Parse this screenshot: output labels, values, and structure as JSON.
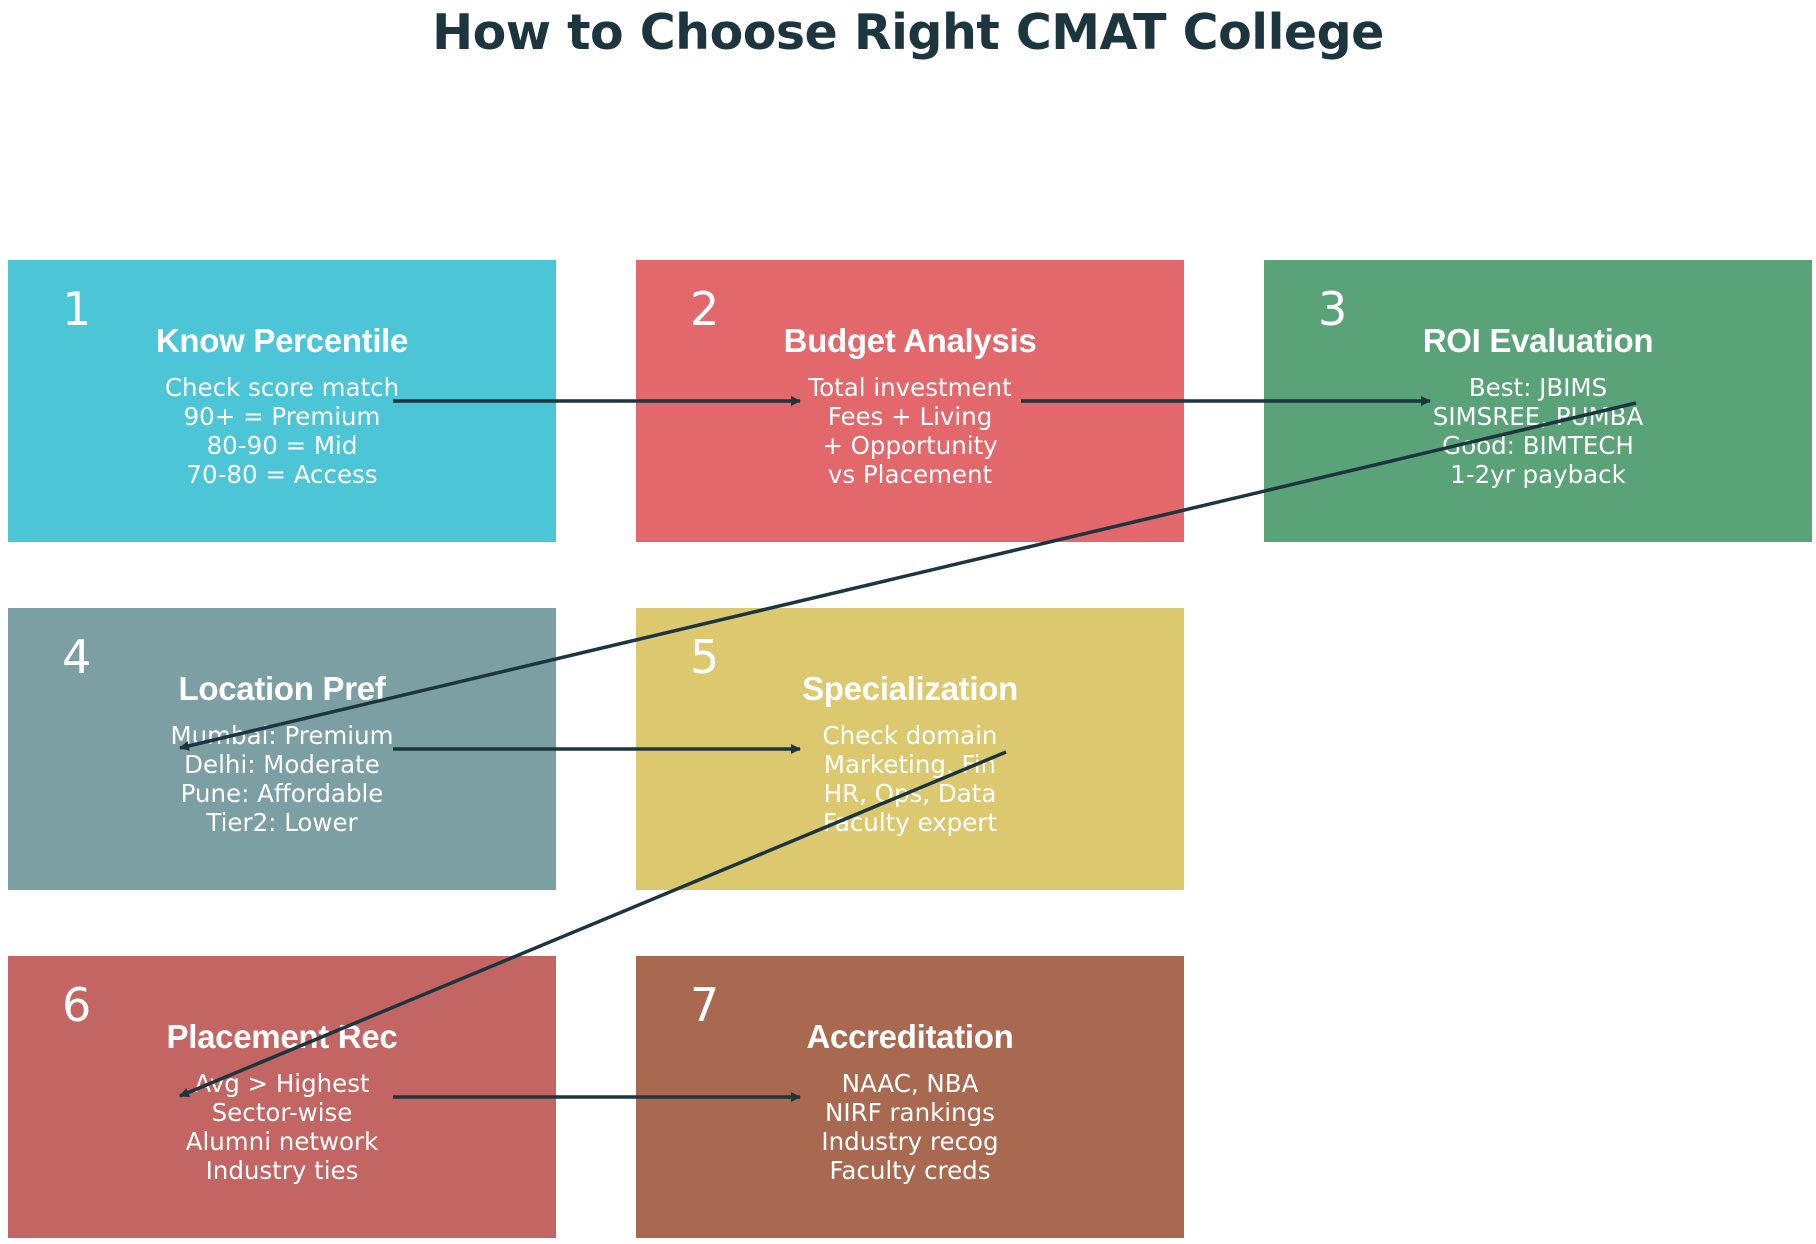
{
  "title": "How to Choose Right CMAT College",
  "steps": [
    {
      "number": "1",
      "title": "Know Percentile",
      "lines": [
        "Check score match",
        "90+ = Premium",
        "80-90 = Mid",
        "70-80 = Access"
      ],
      "color": "#4cc6d6"
    },
    {
      "number": "2",
      "title": "Budget Analysis",
      "lines": [
        "Total investment",
        "Fees + Living",
        "+ Opportunity",
        "vs Placement"
      ],
      "color": "#e2686b"
    },
    {
      "number": "3",
      "title": "ROI Evaluation",
      "lines": [
        "Best: JBIMS",
        "SIMSREE, PUMBA",
        "Good: BIMTECH",
        "1-2yr payback"
      ],
      "color": "#5aa278"
    },
    {
      "number": "4",
      "title": "Location Pref",
      "lines": [
        "Mumbai: Premium",
        "Delhi: Moderate",
        "Pune: Affordable",
        "Tier2: Lower"
      ],
      "color": "#7c9fa4"
    },
    {
      "number": "5",
      "title": "Specialization",
      "lines": [
        "Check domain",
        "Marketing, Fin",
        "HR, Ops, Data",
        "Faculty expert"
      ],
      "color": "#dcc86f"
    },
    {
      "number": "6",
      "title": "Placement Rec",
      "lines": [
        "Avg > Highest",
        "Sector-wise",
        "Alumni network",
        "Industry ties"
      ],
      "color": "#c26563"
    },
    {
      "number": "7",
      "title": "Accreditation",
      "lines": [
        "NAAC, NBA",
        "NIRF rankings",
        "Industry recog",
        "Faculty creds"
      ],
      "color": "#a96951"
    }
  ],
  "connector_color": "#1c353f"
}
